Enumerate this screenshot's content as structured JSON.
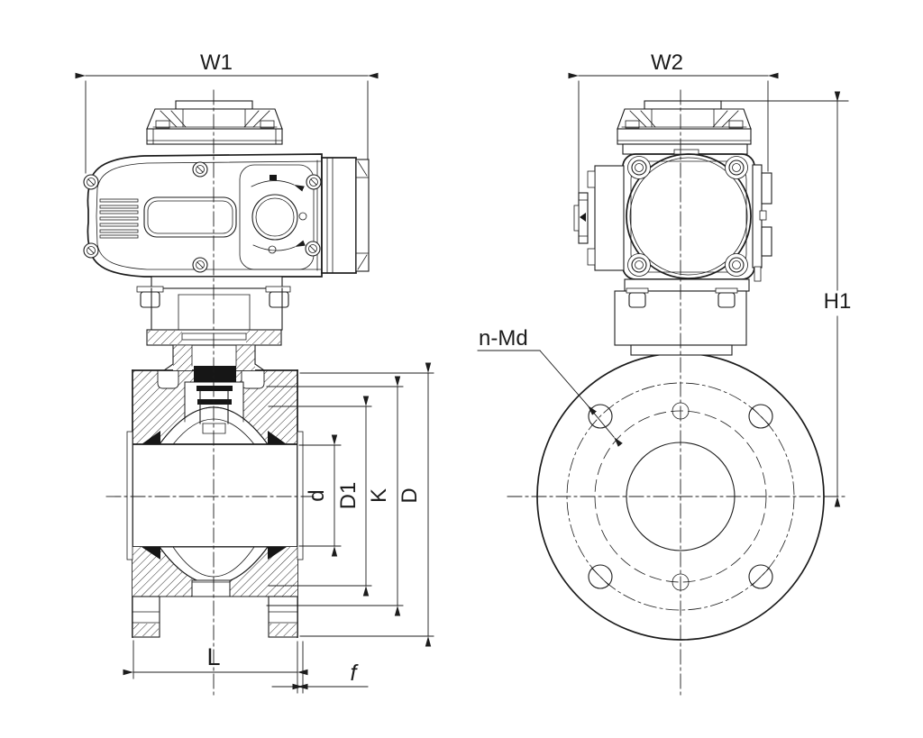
{
  "drawing": {
    "background": "#ffffff",
    "line_color": "#1c1c1c",
    "seal_color": "#161616"
  },
  "labels": {
    "w1": "W1",
    "w2": "W2",
    "h1": "H1",
    "n_md": "n-Md",
    "d_small": "d",
    "d1": "D1",
    "k": "K",
    "d_big": "D",
    "l": "L",
    "f": "f"
  }
}
